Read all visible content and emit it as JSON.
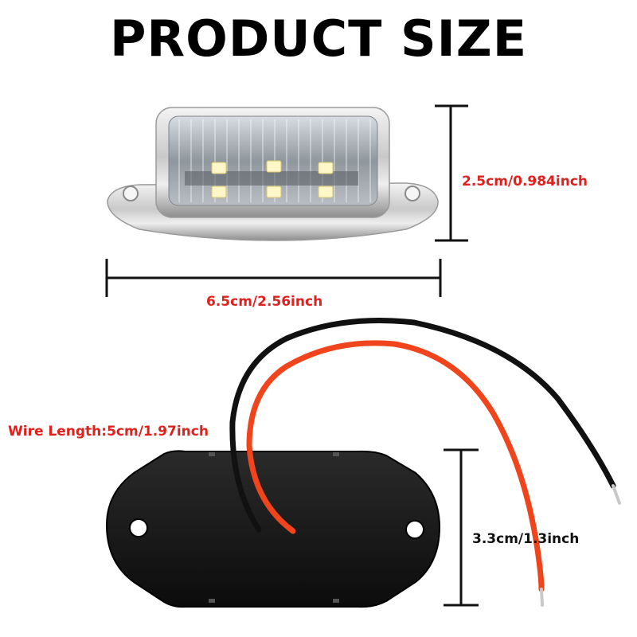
{
  "title": "PRODUCT SIZE",
  "dimensions": {
    "height_top": "2.5cm/0.984inch",
    "width_top": "6.5cm/2.56inch",
    "wire_length": "Wire Length:5cm/1.97inch",
    "height_bottom": "3.3cm/1.3inch"
  },
  "colors": {
    "label_red": "#e0201c",
    "label_black": "#111111",
    "wire_red": "#f0441c",
    "wire_black": "#1a1a1a"
  },
  "icons": [
    "led-light-front",
    "led-light-back"
  ]
}
